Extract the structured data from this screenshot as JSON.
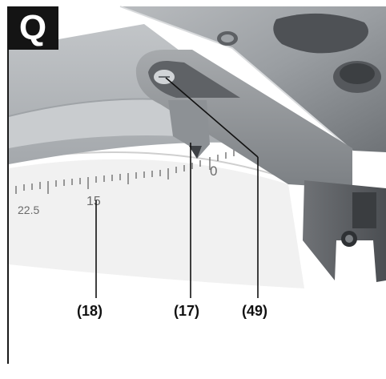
{
  "figure": {
    "badge_letter": "Q",
    "callouts": [
      {
        "id": "18",
        "label": "(18)"
      },
      {
        "id": "17",
        "label": "(17)"
      },
      {
        "id": "49",
        "label": "(49)"
      }
    ],
    "scale_labels": [
      "22.5",
      "15",
      "0"
    ],
    "colors": {
      "badge_bg": "#141414",
      "badge_text": "#ffffff",
      "callout_text": "#111111",
      "metal": "#8a8d90",
      "scale_disc": "#efefef"
    }
  }
}
